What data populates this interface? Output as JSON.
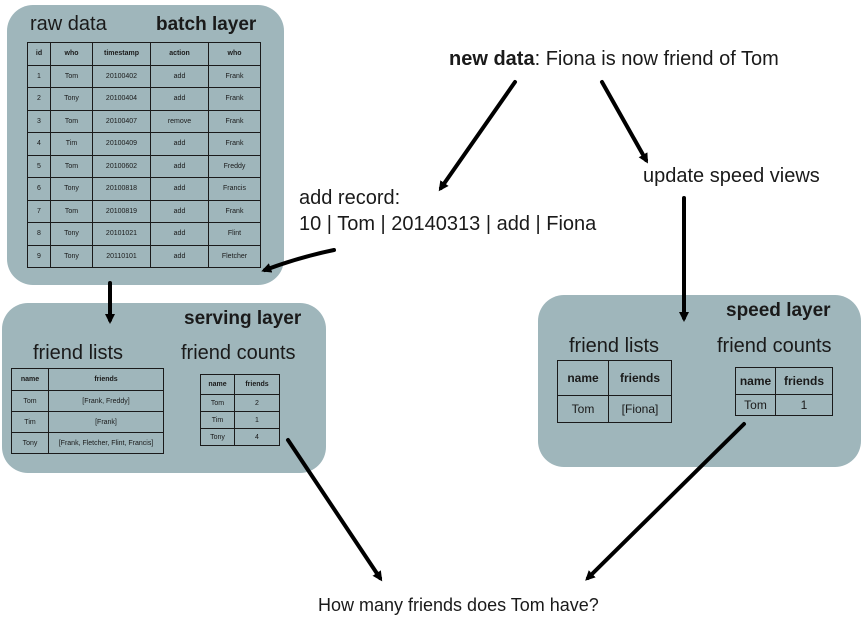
{
  "batch": {
    "title": "batch layer",
    "subtitle": "raw data",
    "columns": [
      "id",
      "who",
      "timestamp",
      "action",
      "who"
    ],
    "rows": [
      [
        "1",
        "Tom",
        "20100402",
        "add",
        "Frank"
      ],
      [
        "2",
        "Tony",
        "20100404",
        "add",
        "Frank"
      ],
      [
        "3",
        "Tom",
        "20100407",
        "remove",
        "Frank"
      ],
      [
        "4",
        "Tim",
        "20100409",
        "add",
        "Frank"
      ],
      [
        "5",
        "Tom",
        "20100602",
        "add",
        "Freddy"
      ],
      [
        "6",
        "Tony",
        "20100818",
        "add",
        "Francis"
      ],
      [
        "7",
        "Tom",
        "20100819",
        "add",
        "Frank"
      ],
      [
        "8",
        "Tony",
        "20101021",
        "add",
        "Flint"
      ],
      [
        "9",
        "Tony",
        "20110101",
        "add",
        "Fletcher"
      ]
    ]
  },
  "new_data": {
    "label": "new data",
    "text": ": Fiona is now friend of Tom"
  },
  "add_record": {
    "line1": "add record:",
    "line2": "10 | Tom | 20140313 | add | Fiona"
  },
  "update_speed": "update speed views",
  "serving": {
    "title": "serving layer",
    "lists_title": "friend lists",
    "counts_title": "friend counts",
    "lists_columns": [
      "name",
      "friends"
    ],
    "lists_rows": [
      [
        "Tom",
        "[Frank, Freddy]"
      ],
      [
        "Tim",
        "[Frank]"
      ],
      [
        "Tony",
        "[Frank, Fletcher, Flint, Francis]"
      ]
    ],
    "counts_columns": [
      "name",
      "friends"
    ],
    "counts_rows": [
      [
        "Tom",
        "2"
      ],
      [
        "Tim",
        "1"
      ],
      [
        "Tony",
        "4"
      ]
    ]
  },
  "speed": {
    "title": "speed layer",
    "lists_title": "friend lists",
    "counts_title": "friend counts",
    "lists_columns": [
      "name",
      "friends"
    ],
    "lists_rows": [
      [
        "Tom",
        "[Fiona]"
      ]
    ],
    "counts_columns": [
      "name",
      "friends"
    ],
    "counts_rows": [
      [
        "Tom",
        "1"
      ]
    ]
  },
  "question": "How many friends does Tom have?"
}
